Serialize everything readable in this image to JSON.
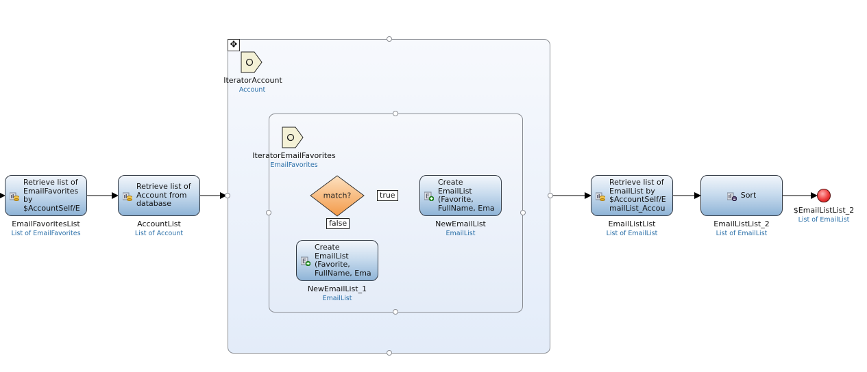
{
  "diagram": {
    "loops": [
      {
        "name": "IteratorAccount",
        "type": "Account"
      },
      {
        "name": "IteratorEmailFavorites",
        "type": "EmailFavorites"
      }
    ],
    "activities": [
      {
        "id": "a1",
        "text": "Retrieve list of\nEmailFavorites\nby\n$AccountSelf/E",
        "output": "EmailFavoritesList",
        "output_type": "List of EmailFavorites",
        "icon": "retrieve-database-icon"
      },
      {
        "id": "a2",
        "text": "Retrieve list of\nAccount from\ndatabase",
        "output": "AccountList",
        "output_type": "List of Account",
        "icon": "retrieve-database-icon"
      },
      {
        "id": "a3",
        "text": "Create\nEmailList\n(Favorite,\nFullName, Ema",
        "output": "NewEmailList",
        "output_type": "EmailList",
        "icon": "create-object-icon"
      },
      {
        "id": "a4",
        "text": "Create\nEmailList\n(Favorite,\nFullName, Ema",
        "output": "NewEmailList_1",
        "output_type": "EmailList",
        "icon": "create-object-icon"
      },
      {
        "id": "a5",
        "text": "Retrieve list of\nEmailList by\n$AccountSelf/E\nmailList_Accou",
        "output": "EmailListList",
        "output_type": "List of EmailList",
        "icon": "retrieve-database-icon"
      },
      {
        "id": "a6",
        "text": "Sort",
        "output": "EmailListList_2",
        "output_type": "List of EmailList",
        "icon": "list-operation-icon"
      }
    ],
    "decision": {
      "text": "match?",
      "true_label": "true",
      "false_label": "false"
    },
    "end_event": {
      "value": "$EmailListList_2",
      "type": "List of EmailList"
    },
    "colors": {
      "activity_border": "#333b45",
      "decision_fill": "#f9b46e",
      "end_fill": "#ee3b3b",
      "sub_text": "#2a6fa8"
    }
  }
}
